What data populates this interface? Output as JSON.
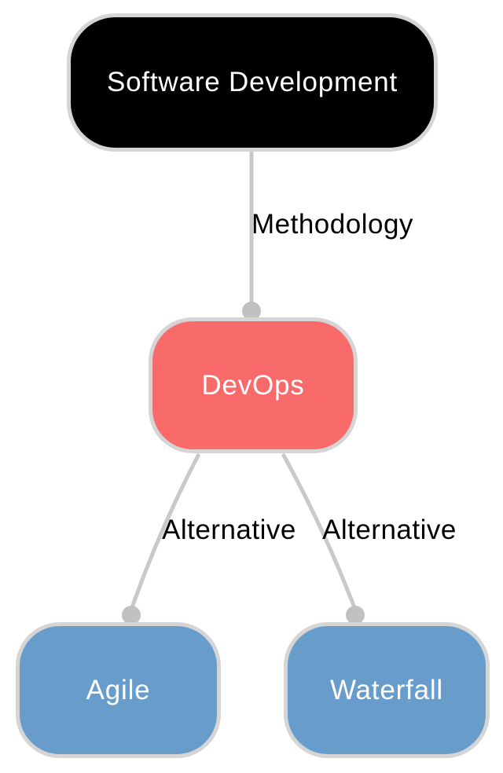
{
  "diagram": {
    "type": "tree",
    "background": "#ffffff",
    "nodes": {
      "root": {
        "label": "Software Development",
        "fill": "#000000",
        "text_color": "#ffffff"
      },
      "devops": {
        "label": "DevOps",
        "fill": "#f96a6a",
        "text_color": "#ffffff"
      },
      "agile": {
        "label": "Agile",
        "fill": "#689ccb",
        "text_color": "#ffffff"
      },
      "waterfall": {
        "label": "Waterfall",
        "fill": "#689ccb",
        "text_color": "#ffffff"
      }
    },
    "edges": [
      {
        "from": "Software Development",
        "to": "DevOps",
        "label": "Methodology"
      },
      {
        "from": "DevOps",
        "to": "Agile",
        "label": "Alternative"
      },
      {
        "from": "DevOps",
        "to": "Waterfall",
        "label": "Alternative"
      }
    ],
    "colors": {
      "edge_line": "#c9c9c9",
      "edge_dot": "#c1c1c1",
      "node_border": "#d5d5d5",
      "edge_label_text": "#000000"
    }
  }
}
